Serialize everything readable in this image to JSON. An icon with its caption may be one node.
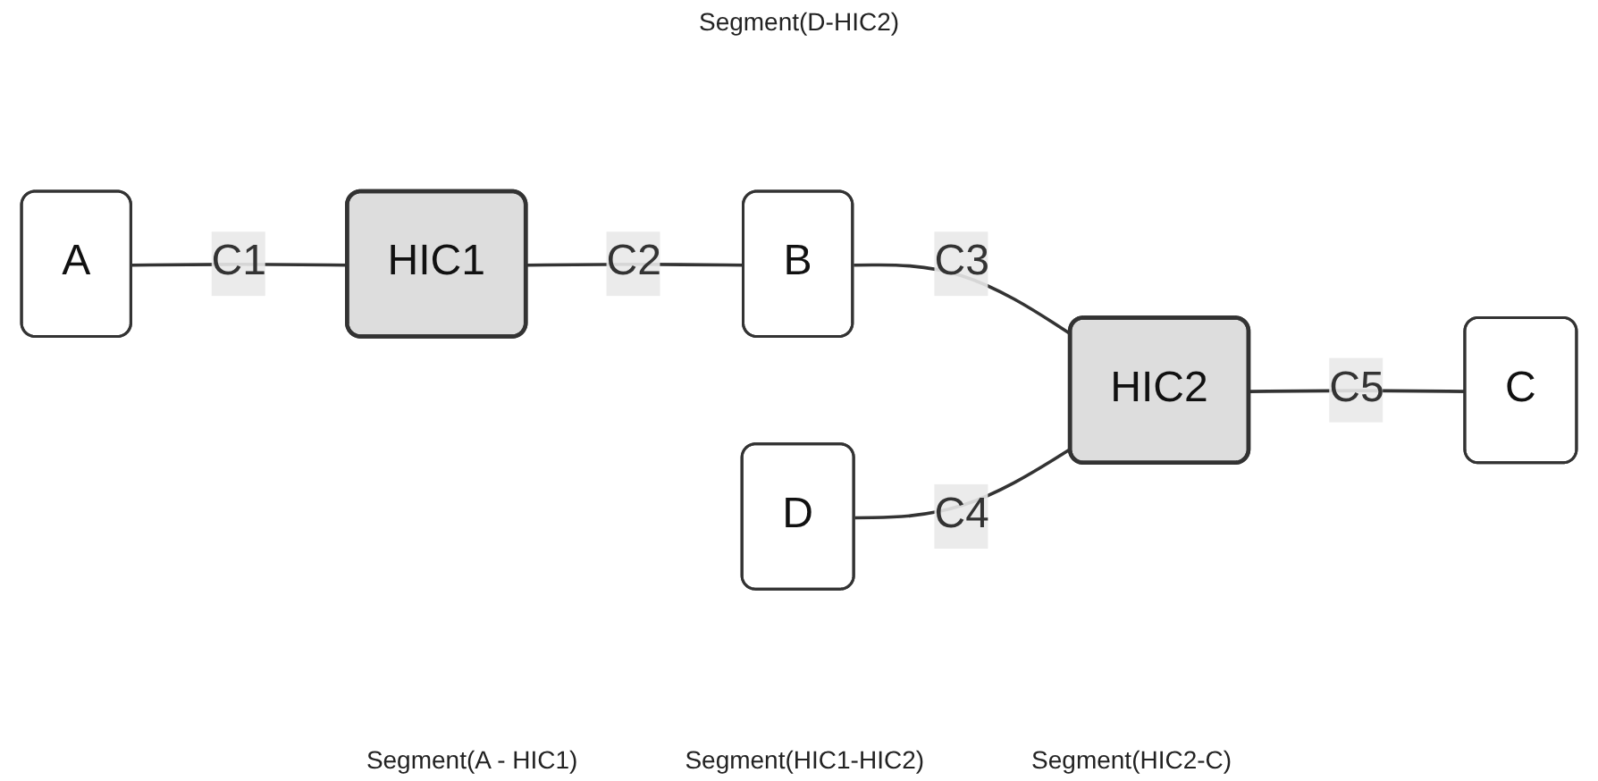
{
  "diagram": {
    "nodes": [
      {
        "text": [
          "A"
        ]
      },
      {
        "text": [
          "HIC1"
        ]
      },
      {
        "text": [
          "B"
        ]
      },
      {
        "text": [
          "D"
        ]
      },
      {
        "text": [
          "HIC2"
        ]
      },
      {
        "text": [
          "C"
        ]
      }
    ],
    "edges": [
      {
        "from": 0,
        "to": 1,
        "arrow": "none",
        "label": "C1"
      },
      {
        "from": 1,
        "to": 2,
        "arrow": "none",
        "label": "C2"
      },
      {
        "from": 2,
        "to": 4,
        "arrow": "none",
        "label": "C3"
      },
      {
        "from": 3,
        "to": 4,
        "arrow": "none",
        "label": "C4"
      },
      {
        "from": 4,
        "to": 5,
        "arrow": "none",
        "label": "C5"
      }
    ],
    "labels": [
      "Segment(D-HIC2)",
      "Segment(A - HIC1)",
      "Segment(HIC1-HIC2)",
      "Segment(HIC2-C)"
    ]
  }
}
